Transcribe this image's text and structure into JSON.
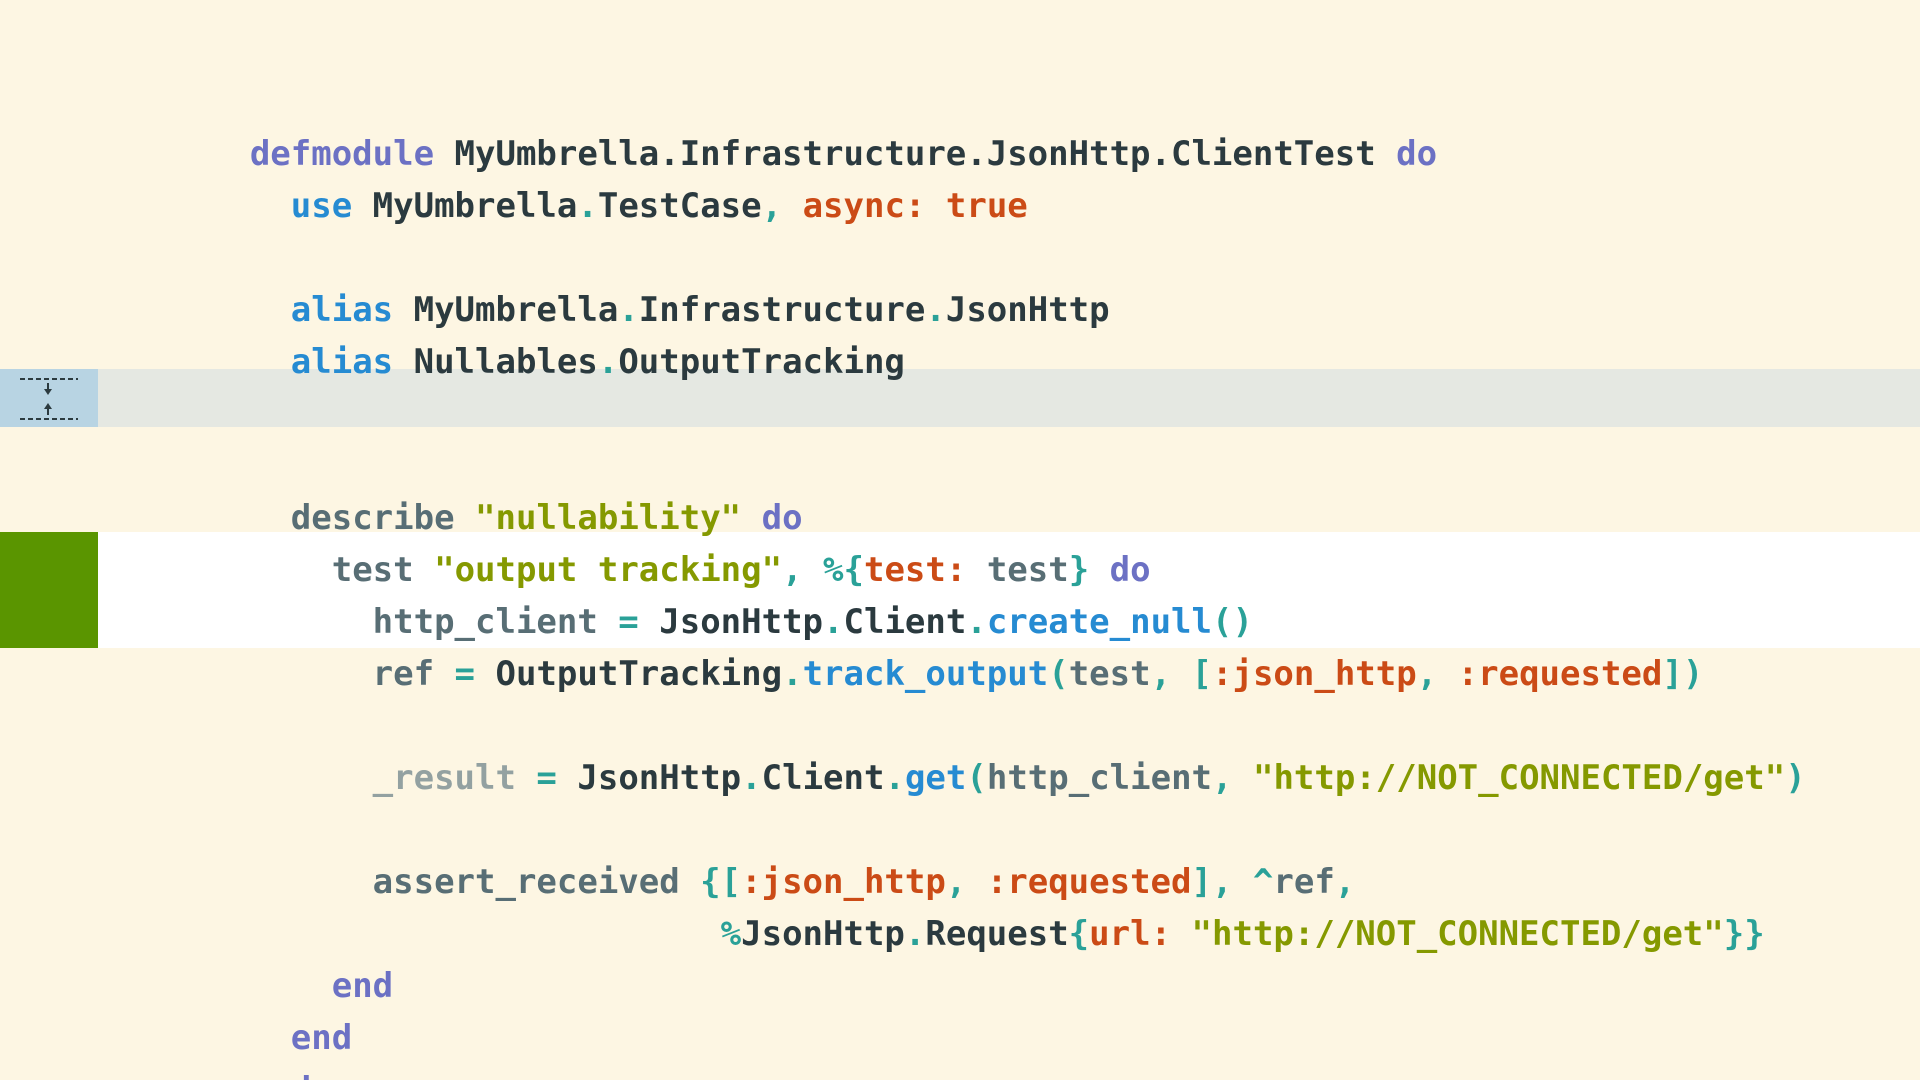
{
  "editor": {
    "background": "#fdf6e3",
    "fold_marker_color": "#b8d4e3",
    "highlight_gutter_color": "#5a9500",
    "icons": {
      "fold": "unfold-icon"
    }
  },
  "code": {
    "l1": {
      "t1": "defmodule",
      "t2": " MyUmbrella.Infrastructure.JsonHttp.ClientTest ",
      "t3": "do"
    },
    "l2": {
      "t1": "  ",
      "t2": "use",
      "t3": " MyUmbrella",
      "t4": ".",
      "t5": "TestCase",
      "t6": ", ",
      "t7": "async:",
      "t8": " ",
      "t9": "true"
    },
    "l4": {
      "t1": "  ",
      "t2": "alias",
      "t3": " MyUmbrella",
      "t4": ".",
      "t5": "Infrastructure",
      "t6": ".",
      "t7": "JsonHttp"
    },
    "l5": {
      "t1": "  ",
      "t2": "alias",
      "t3": " Nullables",
      "t4": ".",
      "t5": "OutputTracking"
    },
    "l7": {
      "t1": "  ",
      "t2": "describe",
      "t3": " ",
      "t4": "\"nullability\"",
      "t5": " ",
      "t6": "do"
    },
    "l8": {
      "t1": "    ",
      "t2": "test",
      "t3": " ",
      "t4": "\"output tracking\"",
      "t5": ", %{",
      "t6": "test:",
      "t7": " ",
      "t8": "test",
      "t9": "} ",
      "t10": "do"
    },
    "l9": {
      "t1": "      ",
      "t2": "http_client",
      "t3": " = ",
      "t4": "JsonHttp",
      "t5": ".",
      "t6": "Client",
      "t7": ".",
      "t8": "create_null",
      "t9": "()"
    },
    "l10": {
      "t1": "      ",
      "t2": "ref",
      "t3": " = ",
      "t4": "OutputTracking",
      "t5": ".",
      "t6": "track_output",
      "t7": "(",
      "t8": "test",
      "t9": ", [",
      "t10": ":json_http",
      "t11": ", ",
      "t12": ":requested",
      "t13": "])"
    },
    "l12": {
      "t1": "      ",
      "t2": "_result",
      "t3": " = ",
      "t4": "JsonHttp",
      "t5": ".",
      "t6": "Client",
      "t7": ".",
      "t8": "get",
      "t9": "(",
      "t10": "http_client",
      "t11": ", ",
      "t12": "\"http://NOT_CONNECTED/get\"",
      "t13": ")"
    },
    "l14": {
      "t1": "      ",
      "t2": "assert_received",
      "t3": " {[",
      "t4": ":json_http",
      "t5": ", ",
      "t6": ":requested",
      "t7": "], ^",
      "t8": "ref",
      "t9": ","
    },
    "l15": {
      "t1": "                       ",
      "t2": "%",
      "t3": "JsonHttp",
      "t4": ".",
      "t5": "Request",
      "t6": "{",
      "t7": "url:",
      "t8": " ",
      "t9": "\"http://NOT_CONNECTED/get\"",
      "t10": "}}"
    },
    "l16": {
      "t1": "    ",
      "t2": "end"
    },
    "l17": {
      "t1": "  ",
      "t2": "end"
    },
    "l18": {
      "t1": "end"
    }
  }
}
